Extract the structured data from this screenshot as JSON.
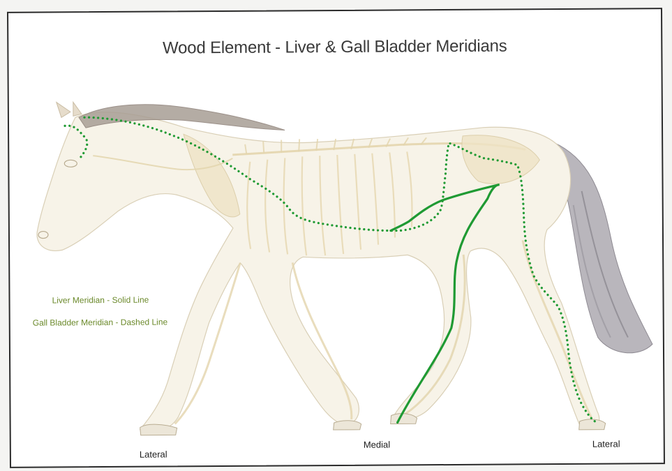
{
  "title": "Wood Element - Liver & Gall Bladder Meridians",
  "legend": {
    "liver": "Liver Meridian - Solid Line",
    "gall_bladder": "Gall Bladder Meridian - Dashed Line"
  },
  "foot_labels": {
    "front_lateral": "Lateral",
    "medial": "Medial",
    "hind_lateral": "Lateral"
  },
  "colors": {
    "meridian": "#1f9a33",
    "horse_body": "#f6f1e4",
    "skeleton": "#e9dcb9",
    "mane": "#8a7d75",
    "tail": "#8e8a92",
    "legend_text": "#6c8a2c"
  },
  "icons": {
    "illustration": "horse-skeleton-illustration"
  }
}
